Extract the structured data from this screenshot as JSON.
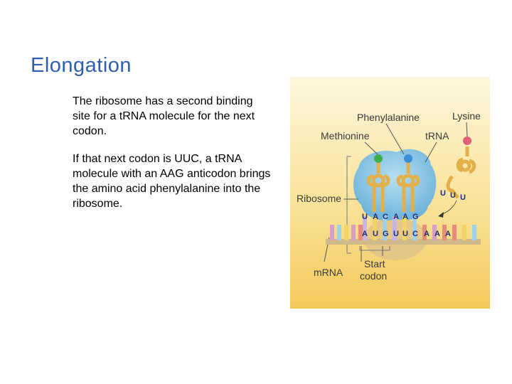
{
  "slide": {
    "title": "Elongation",
    "paragraphs": [
      "The ribosome has a second binding site for a tRNA molecule for the next codon.",
      "If that next codon is UUC, a tRNA molecule with an AAG anticodon brings the amino acid phenylalanine into the ribosome."
    ]
  },
  "figure": {
    "labels": {
      "phenylalanine": "Phenylalanine",
      "lysine": "Lysine",
      "methionine": "Methionine",
      "trna": "tRNA",
      "ribosome": "Ribosome",
      "mrna": "mRNA",
      "start_line1": "Start",
      "start_line2": "codon"
    },
    "anticodon_bases": [
      "U",
      "A",
      "C",
      "A",
      "A",
      "G"
    ],
    "incoming_anticodon": [
      "U",
      "U",
      "U"
    ],
    "mrna_bases": [
      "A",
      "U",
      "G",
      "U",
      "U",
      "C",
      "A",
      "A",
      "A"
    ],
    "colors": {
      "background_top": "#fbf0c8",
      "background_bottom": "#f3c95a",
      "ribosome": "#8ec8e6",
      "ribosome_lower": "#e3c58a",
      "base_text": "#1c2b7a",
      "amino_green": "#3fae4a",
      "amino_blue": "#3a8fd8",
      "amino_red": "#e0607a",
      "trna": "#e2b04a"
    }
  }
}
